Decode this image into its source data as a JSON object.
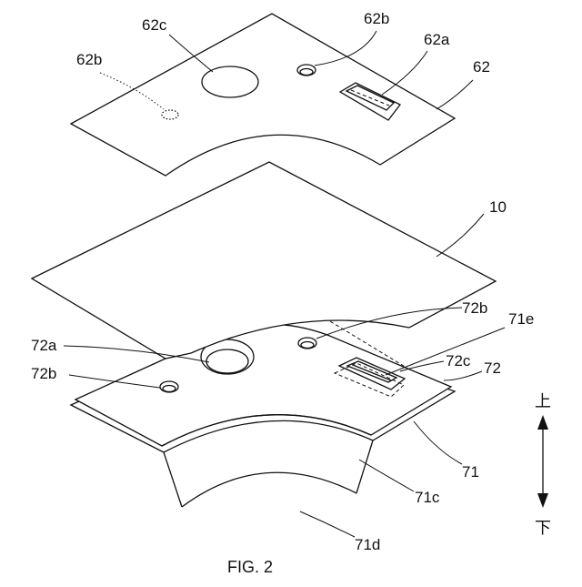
{
  "figure": {
    "caption": "FIG. 2"
  },
  "labels": {
    "l62c": "62c",
    "l62b_top": "62b",
    "l62b_left": "62b",
    "l62a": "62a",
    "l62": "62",
    "l10": "10",
    "l72b_top": "72b",
    "l71e": "71e",
    "l72a": "72a",
    "l72c": "72c",
    "l72": "72",
    "l72b_left": "72b",
    "l71": "71",
    "l71c": "71c",
    "l71d": "71d"
  },
  "direction": {
    "up": "上",
    "down": "下"
  }
}
